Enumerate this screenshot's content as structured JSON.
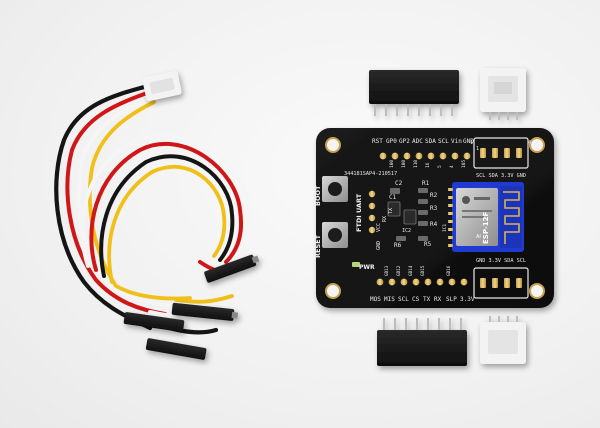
{
  "board": {
    "top_pin_labels": [
      "RST",
      "GP0",
      "GP2",
      "ADC",
      "SDA",
      "SCL",
      "Vin",
      "GND"
    ],
    "bottom_pin_labels": [
      "MOS",
      "MIS",
      "SCL",
      "CS",
      "TX",
      "RX",
      "SLP",
      "3.3V"
    ],
    "small_numbers_top": [
      "100",
      "100",
      "110",
      "16",
      "5",
      "4",
      "105"
    ],
    "small_numbers_bottom": [
      "GD13",
      "GD12",
      "GD14",
      "GD15",
      "GD16"
    ],
    "serial_number": "344181SAP4-210517",
    "ftdi_label": "FTDI UART",
    "ftdi_pins": [
      "VCC",
      "RX",
      "TX",
      "GND"
    ],
    "boot_label": "BOOT",
    "reset_label": "RESET",
    "pwr_label": "PWR",
    "r1": "R1",
    "r2": "R2",
    "r3": "R3",
    "r4": "R4",
    "r5": "R5",
    "r6": "R6",
    "c1": "C1",
    "c2": "C2",
    "ic1": "IC1",
    "ic2": "IC2",
    "grove_top_label": "SCL SDA 3.3V GND",
    "grove_bottom_label": "GND 3.3V SDA SCL",
    "grove_num_4": "4",
    "grove_num_1": "1",
    "header_num_1": "1",
    "module_name": "ESP-12F",
    "module_brand": "AI"
  },
  "colors": {
    "pcb": "#111111",
    "silkscreen": "#e8e8e8",
    "gold": "#d8b15a",
    "module_blue": "#1f3bd1",
    "grove_white": "#f3f3f3",
    "wire_red": "#d11a1a",
    "wire_black": "#1a1a1a",
    "wire_white": "#f2f2f2",
    "wire_yellow": "#f2c21a",
    "background": "#f4f4f4"
  }
}
